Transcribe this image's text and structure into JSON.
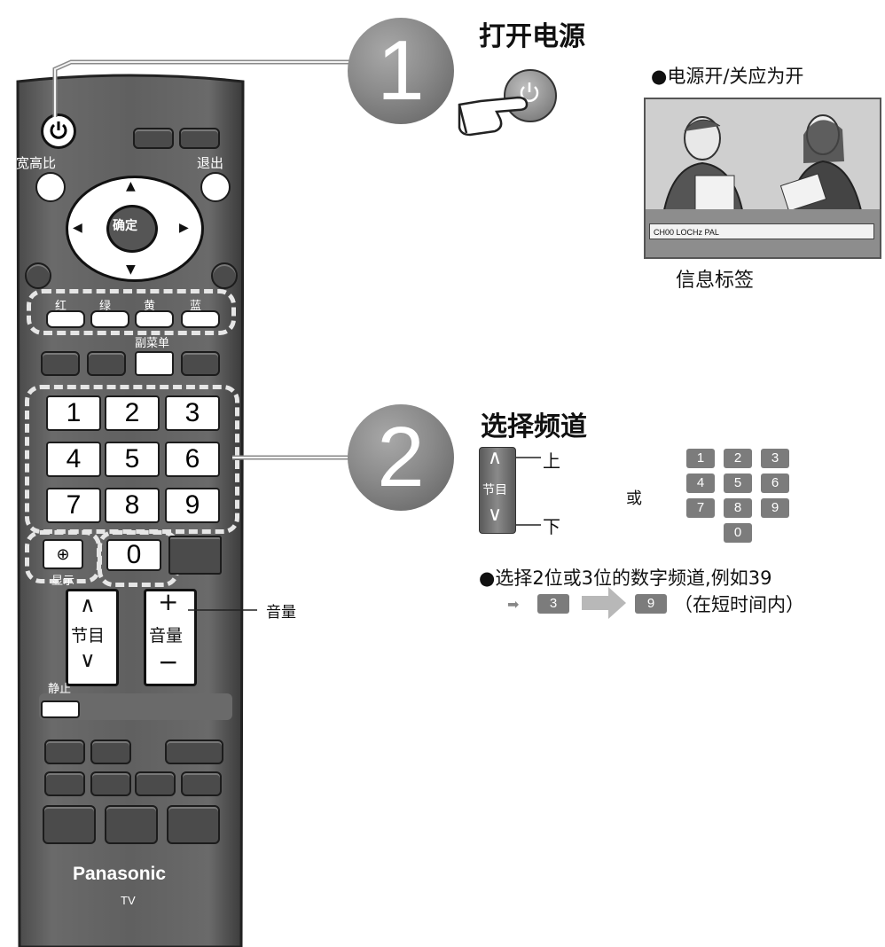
{
  "step1": {
    "number": "1",
    "title": "打开电源",
    "note": "●电源开/关应为开",
    "caption": "信息标签",
    "osd_line": "CH00  LOCHz  PAL"
  },
  "step2": {
    "number": "2",
    "title": "选择频道",
    "up_label": "上",
    "down_label": "下",
    "prog_label": "节目",
    "or_label": "或",
    "keypad": [
      "1",
      "2",
      "3",
      "4",
      "5",
      "6",
      "7",
      "8",
      "9",
      "0"
    ],
    "note": "●选择2位或3位的数字频道,例如39",
    "example_key1": "3",
    "example_key2": "9",
    "example_suffix": "（在短时间内）"
  },
  "volume_callout": "音量",
  "remote": {
    "aspect_label": "宽高比",
    "exit_label": "退出",
    "ok_label": "确定",
    "color_labels": [
      "红",
      "绿",
      "黄",
      "蓝"
    ],
    "submenu_label": "副菜单",
    "numbers": [
      "1",
      "2",
      "3",
      "4",
      "5",
      "6",
      "7",
      "8",
      "9"
    ],
    "zero": "0",
    "display_label": "显示",
    "prog_label": "节目",
    "volume_label": "音量",
    "plus": "+",
    "minus": "−",
    "up_caret": "∧",
    "down_caret": "∨",
    "mute_label": "静止",
    "brand": "Panasonic",
    "model": "TV"
  }
}
